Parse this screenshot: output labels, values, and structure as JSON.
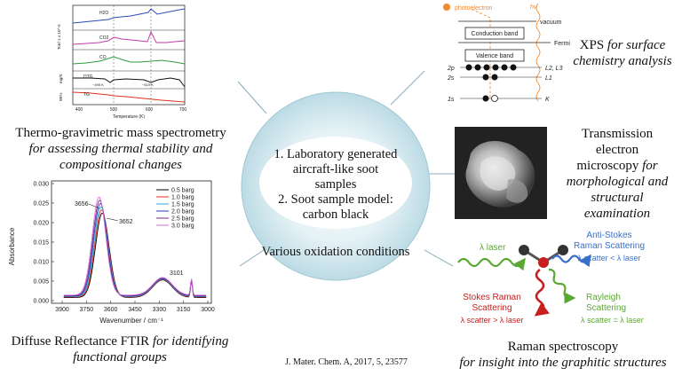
{
  "center": {
    "lines": [
      "1. Laboratory generated",
      "aircraft-like soot",
      "samples",
      "2. Soot sample model:",
      "carbon black"
    ],
    "conditions": "Various oxidation conditions"
  },
  "citation": "J. Mater. Chem. A, 2017, 5, 23577",
  "tg": {
    "caption_main": "Thermo-gravimetric mass spectrometry",
    "caption_italic_1": "for assessing thermal stability and",
    "caption_italic_2": "compositional changes",
    "panels": [
      "H2O",
      "CO2",
      "CO",
      "DTG",
      "TG"
    ],
    "y_labels": [
      "Torr/ 1 x 10^-5",
      "mg/K",
      "Wt%"
    ],
    "dtg_annot": [
      "~495 K",
      "~615 K"
    ],
    "x_title": "Temperature (K)",
    "x_ticks": [
      "400",
      "500",
      "600",
      "700"
    ]
  },
  "ftir": {
    "caption_main": "Diffuse Reflectance FTIR",
    "caption_italic_1": "for identifying",
    "caption_italic_2": "functional groups",
    "y_title": "Absorbance",
    "x_title": "Wavenumber / cm⁻¹",
    "y_ticks": [
      "0.030",
      "0.025",
      "0.020",
      "0.015",
      "0.010",
      "0.005",
      "0.000"
    ],
    "x_ticks": [
      "3900",
      "3750",
      "3600",
      "3450",
      "3300",
      "3150",
      "3000"
    ],
    "peaks": [
      "3656",
      "3652",
      "3101"
    ],
    "legend": [
      "0.5 barg",
      "1.0 barg",
      "1.5 barg",
      "2.0 barg",
      "2.5 barg",
      "3.0 barg"
    ],
    "series_colors": [
      "#000000",
      "#e0301e",
      "#2fa8e0",
      "#1f3fb5",
      "#7a2a8a",
      "#d66fd6"
    ]
  },
  "xps": {
    "caption_main": "XPS",
    "caption_italic_1": "for surface",
    "caption_italic_2": "chemistry analysis",
    "photoelectron": "photoelectron",
    "hv": "hν",
    "vacuum": "vacuum",
    "conduction": "Conduction band",
    "fermi": "Fermi",
    "valence": "Valence band",
    "levels": [
      "2p",
      "2s",
      "1s"
    ],
    "level_right": [
      "L2, L3",
      "L1",
      "K"
    ]
  },
  "tem": {
    "caption_1": "Transmission",
    "caption_2": "electron",
    "caption_3a": "microscopy",
    "caption_3b": "for",
    "caption_4": "morphological and",
    "caption_5": "structural",
    "caption_6": "examination"
  },
  "raman": {
    "laser": "λ laser",
    "anti_stokes_1": "Anti-Stokes",
    "anti_stokes_2": "Raman Scattering",
    "anti_stokes_rel": "λ scatter < λ laser",
    "stokes_1": "Stokes Raman",
    "stokes_2": "Scattering",
    "stokes_rel": "λ scatter > λ laser",
    "rayleigh_1": "Rayleigh",
    "rayleigh_2": "Scattering",
    "rayleigh_rel": "λ scatter = λ laser",
    "caption_main": "Raman spectroscopy",
    "caption_italic": "for insight into the graphitic structures",
    "colors": {
      "laser": "#5aa832",
      "anti": "#3a6fc8",
      "stokes": "#c81e1e",
      "rayleigh": "#5aa832"
    }
  },
  "colors": {
    "orange": "#f08a2c",
    "hub": "#c9e3ec"
  }
}
